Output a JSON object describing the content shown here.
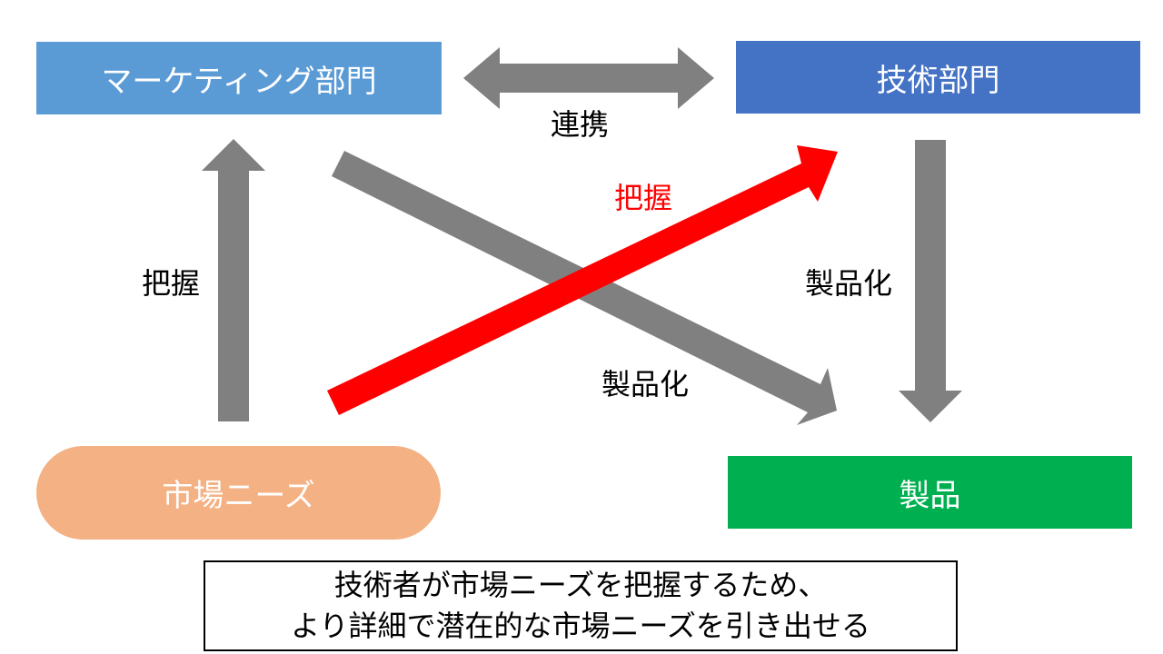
{
  "nodes": {
    "marketing": "マーケティング部門",
    "tech": "技術部門",
    "market_needs": "市場ニーズ",
    "product": "製品"
  },
  "edge_labels": {
    "collaboration": "連携",
    "grasp_red": "把握",
    "grasp_left": "把握",
    "productize_right": "製品化",
    "productize_middle": "製品化"
  },
  "conclusion": {
    "line1": "技術者が市場ニーズを把握するため、",
    "line2": "より詳細で潜在的な市場ニーズを引き出せる"
  },
  "colors": {
    "marketing": "#5b9bd5",
    "tech": "#4472c4",
    "market_needs": "#f4b183",
    "product": "#00b050",
    "arrow_gray": "#808080",
    "arrow_red": "#ff0000"
  }
}
